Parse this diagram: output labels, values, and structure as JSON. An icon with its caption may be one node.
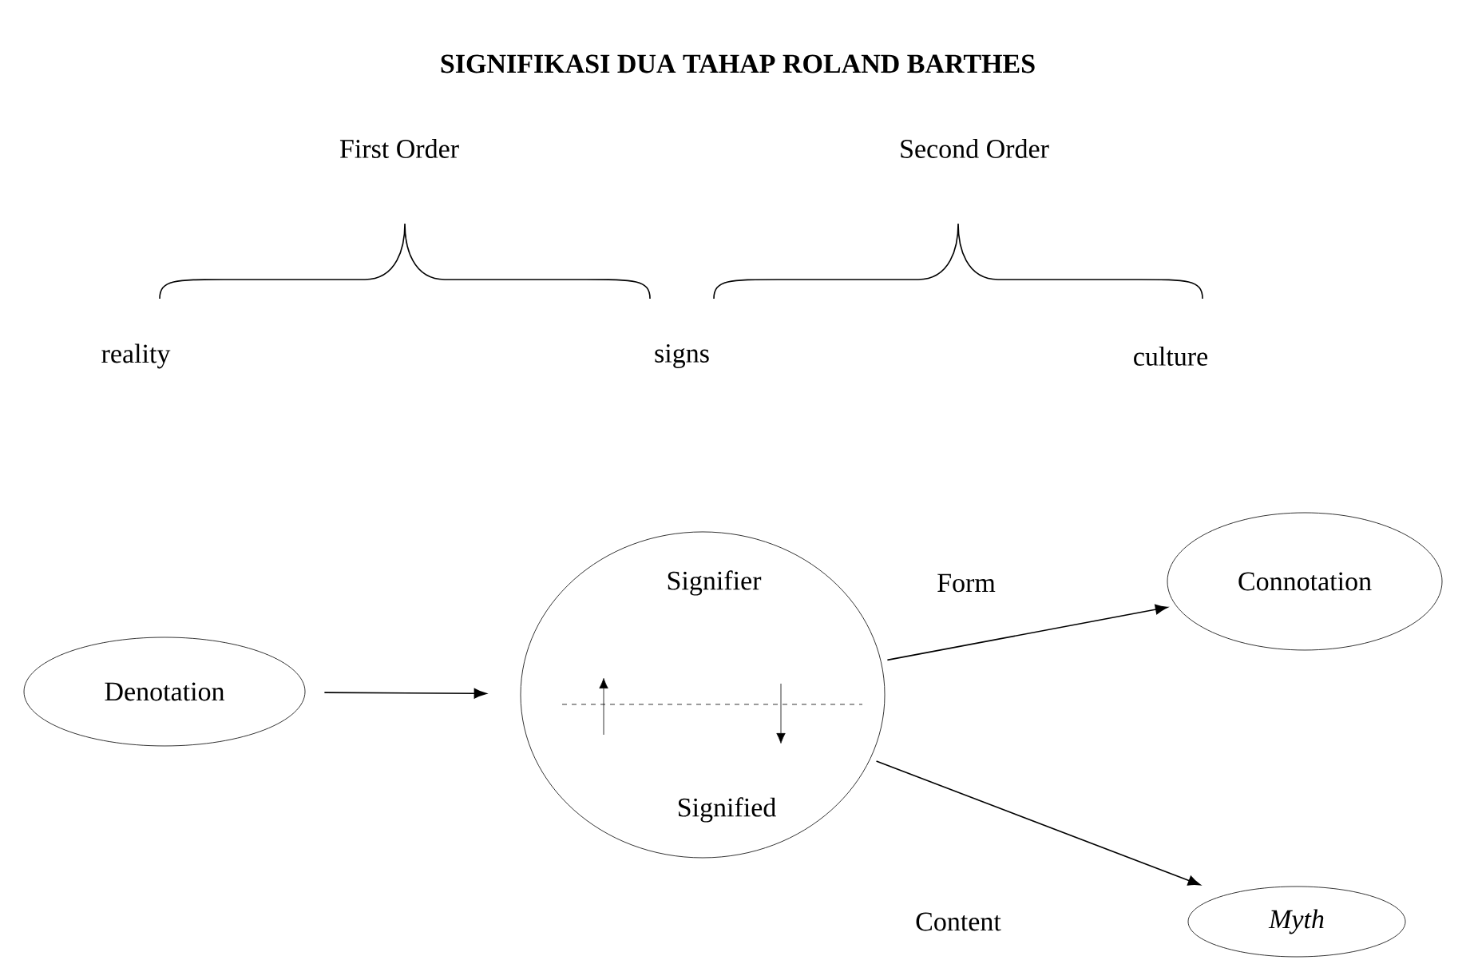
{
  "diagram": {
    "title": "SIGNIFIKASI DUA TAHAP ROLAND BARTHES",
    "nodes": [
      {
        "text": [
          "Denotation"
        ]
      },
      {
        "text": [
          "Signifier",
          "Signified"
        ]
      },
      {
        "text": [
          "Connotation"
        ]
      },
      {
        "text": [
          "Myth"
        ]
      }
    ],
    "edges": [
      {
        "from": 0,
        "to": 1,
        "arrow": "to"
      },
      {
        "from": 1,
        "to": 2,
        "arrow": "to",
        "label": "Form"
      },
      {
        "from": 1,
        "to": 3,
        "arrow": "to",
        "label": "Content"
      }
    ],
    "labels": [
      "First Order",
      "Second Order",
      "reality",
      "signs",
      "culture"
    ]
  }
}
